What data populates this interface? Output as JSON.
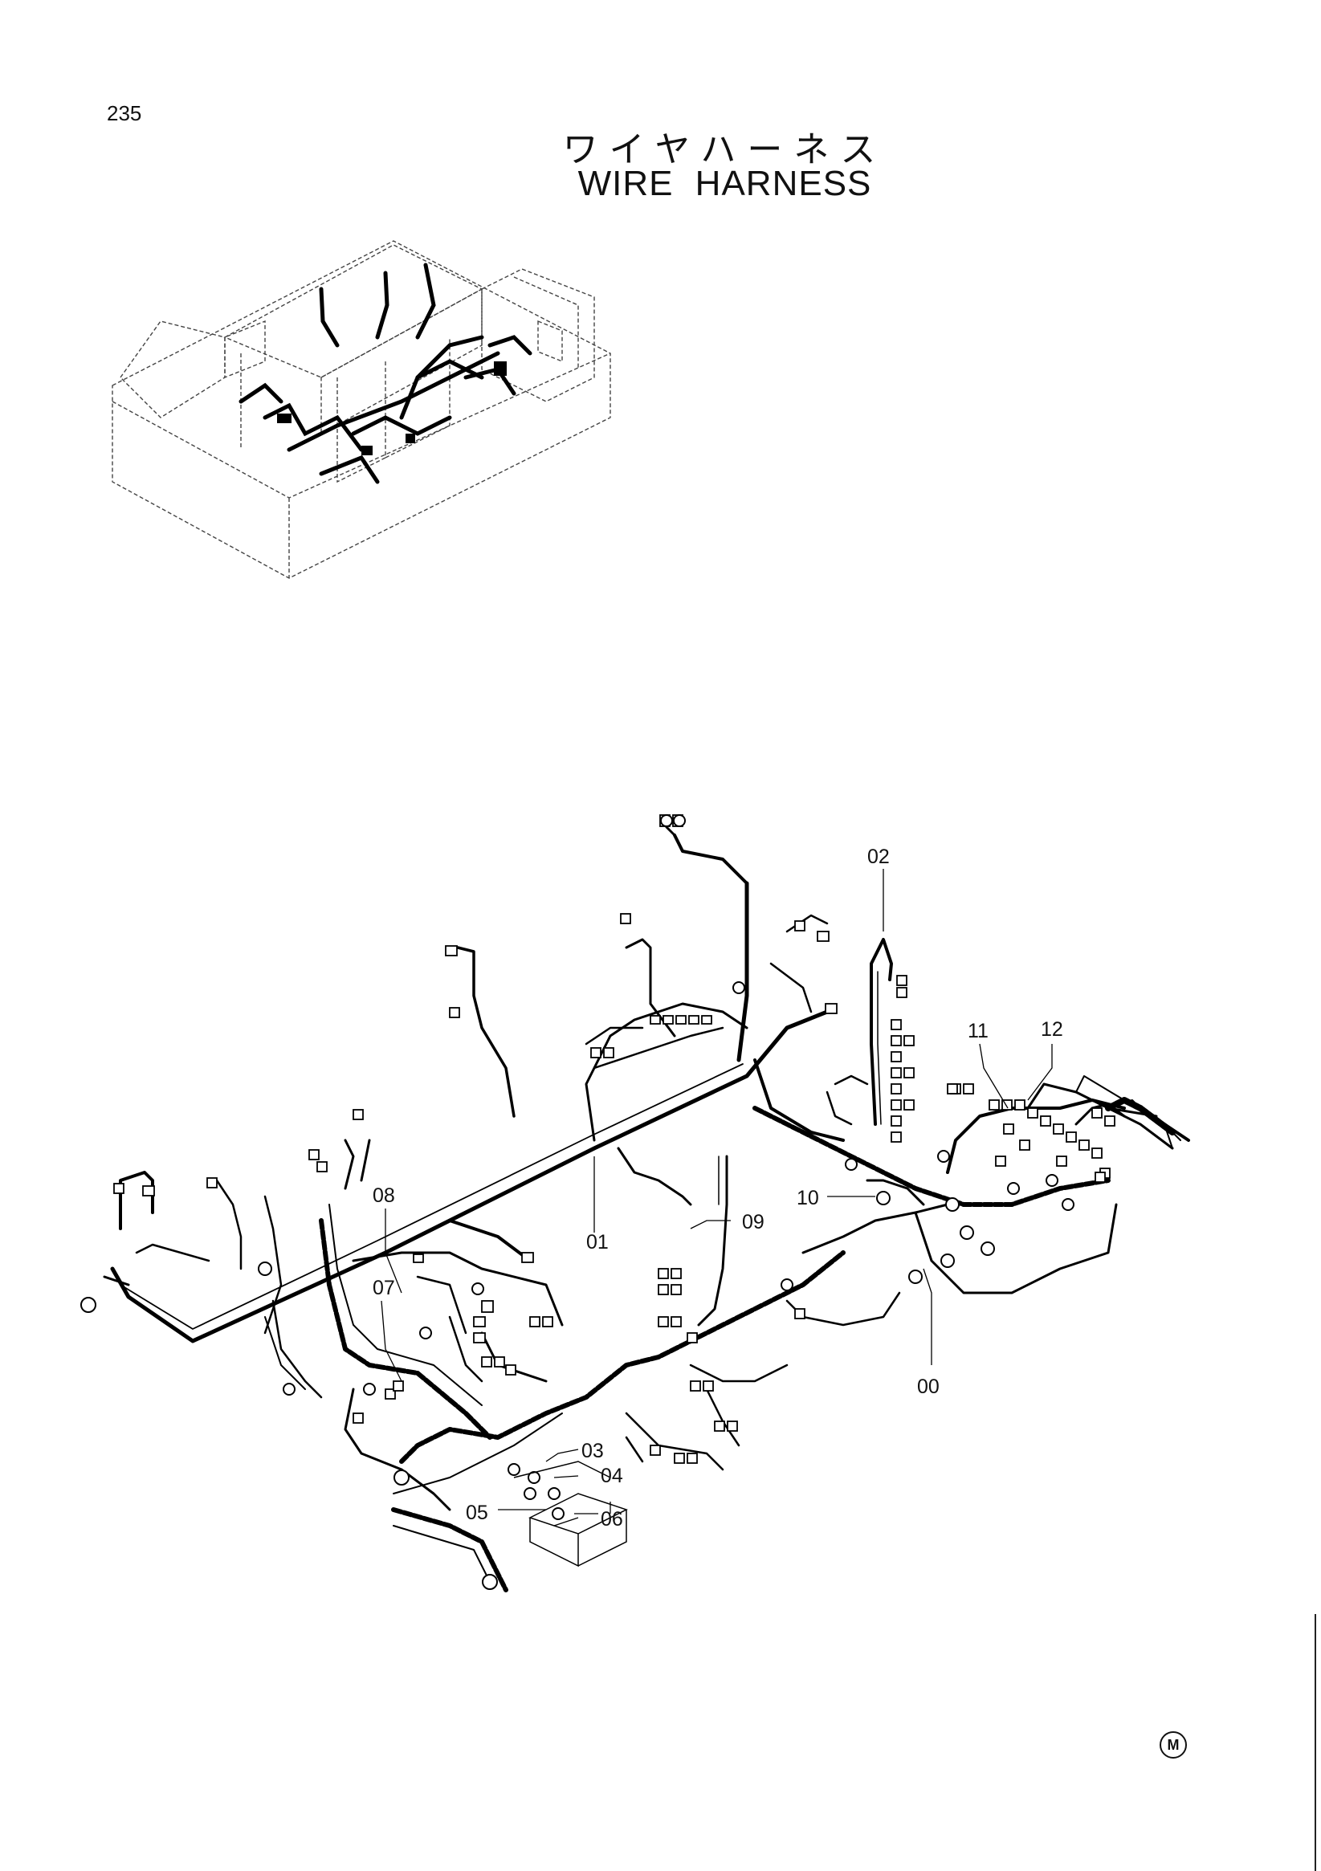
{
  "page": {
    "number": "235"
  },
  "title": {
    "japanese": "ワイヤハーネス",
    "english": "WIRE HARNESS"
  },
  "callouts": [
    "00",
    "01",
    "02",
    "03",
    "04",
    "05",
    "06",
    "07",
    "08",
    "09",
    "10",
    "11",
    "12"
  ],
  "mark": "M"
}
